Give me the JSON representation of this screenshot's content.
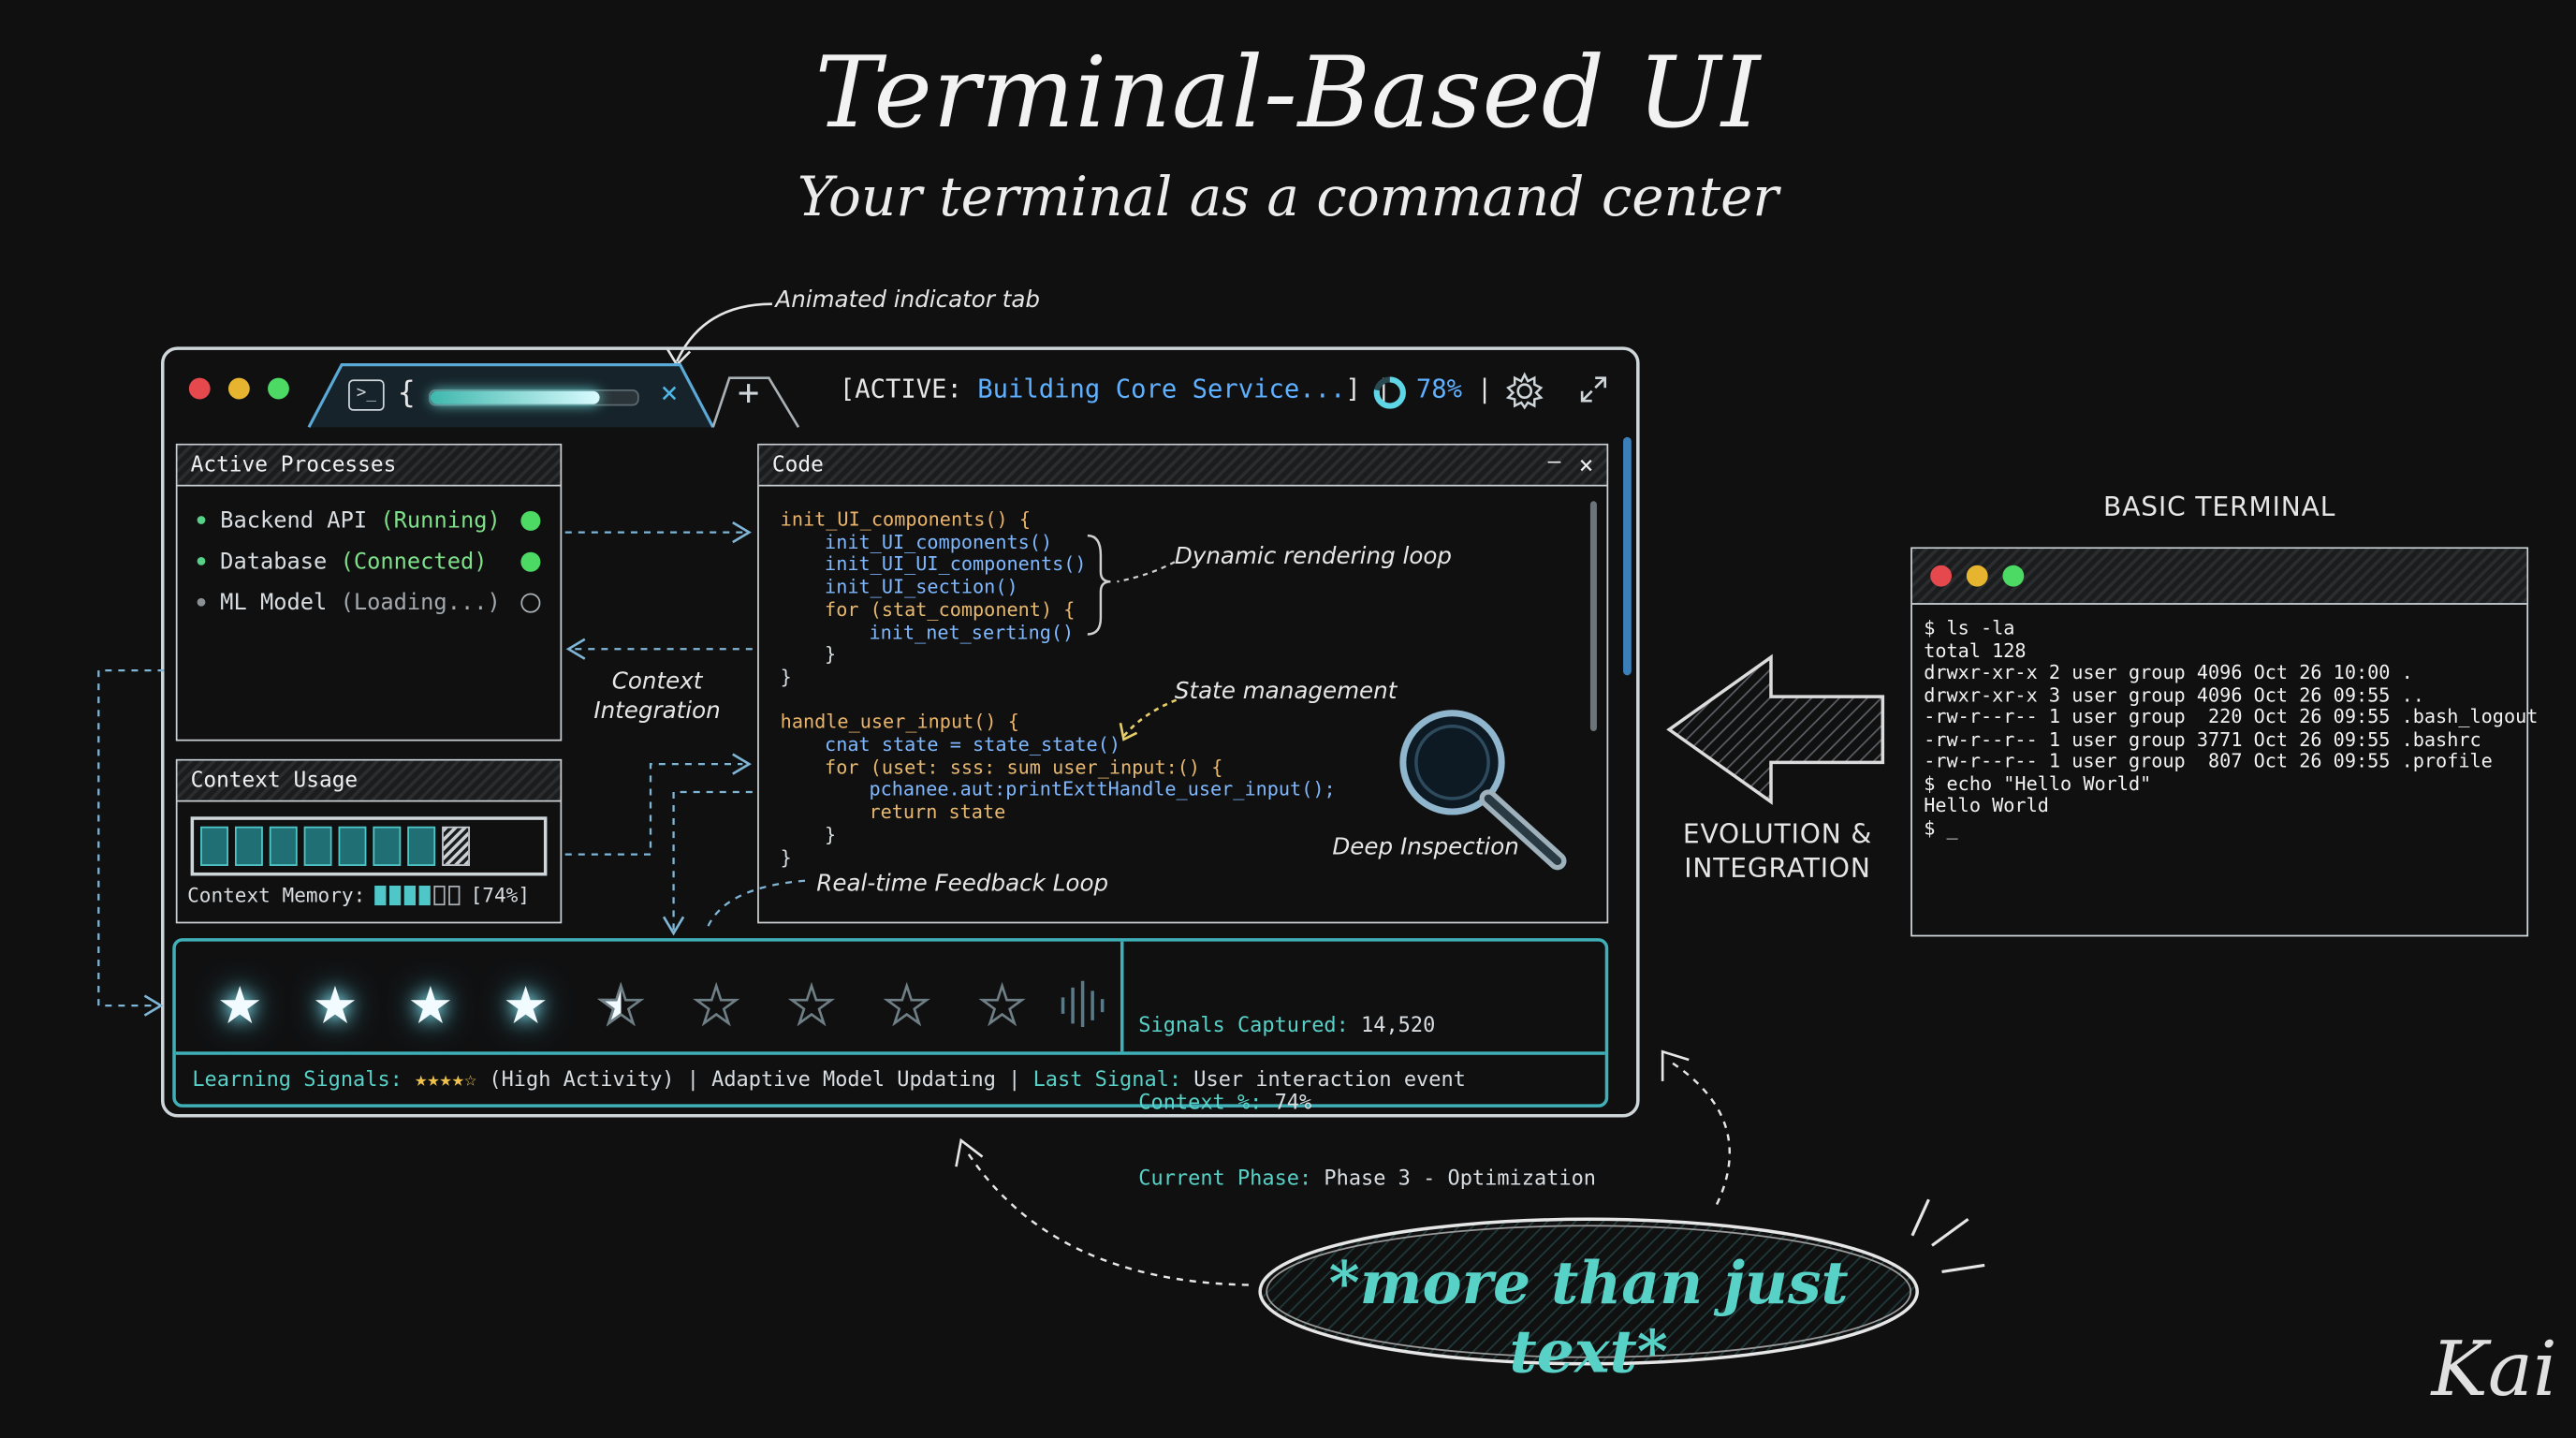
{
  "title": "Terminal-Based UI",
  "subtitle": "Your terminal as a command center",
  "annotations": {
    "indicator_tab": "Animated indicator tab",
    "context_integration_1": "Context",
    "context_integration_2": "Integration",
    "dynamic_rendering": "Dynamic rendering loop",
    "state_management": "State management",
    "deep_inspection": "Deep Inspection",
    "feedback_loop": "Real-time Feedback Loop",
    "evolution_1": "EVOLUTION &",
    "evolution_2": "INTEGRATION",
    "basic_terminal": "BASIC TERMINAL",
    "tagline": "*more than just text*",
    "signature": "Kai"
  },
  "window": {
    "tab_brace": "{",
    "tab_progress": 0.82,
    "tab_close": "×",
    "new_tab": "+",
    "status_prefix": "[ACTIVE:",
    "status_text": "Building Core Service...",
    "status_suffix": "]",
    "separator": "|",
    "percent": "78%",
    "percent_value": 0.78
  },
  "processes": {
    "header": "Active Processes",
    "items": [
      {
        "name": "Backend API",
        "state": "(Running)",
        "status": "on"
      },
      {
        "name": "Database",
        "state": "(Connected)",
        "status": "on"
      },
      {
        "name": "ML Model",
        "state": "(Loading...)",
        "status": "off"
      }
    ]
  },
  "context": {
    "header": "Context Usage",
    "blocks_filled": 7,
    "blocks_total": 9,
    "memory_label": "Context Memory:",
    "memory_value": "[74%]",
    "memory_fraction": 0.74
  },
  "code": {
    "header": "Code",
    "minimize": "—",
    "close": "×",
    "lines": [
      {
        "indent": 0,
        "text": "init_UI_components() {",
        "cls": "fn"
      },
      {
        "indent": 1,
        "text": "init_UI_components()",
        "cls": "call"
      },
      {
        "indent": 1,
        "text": "init_UI_UI_components()",
        "cls": "call"
      },
      {
        "indent": 1,
        "text": "init_UI_section()",
        "cls": "call"
      },
      {
        "indent": 1,
        "text": "for (stat_component) {",
        "cls": "kw"
      },
      {
        "indent": 2,
        "text": "init_net_serting()",
        "cls": "call"
      },
      {
        "indent": 1,
        "text": "}",
        "cls": "plain"
      },
      {
        "indent": 0,
        "text": "}",
        "cls": "plain"
      },
      {
        "indent": 0,
        "text": "",
        "cls": "plain"
      },
      {
        "indent": 0,
        "text": "handle_user_input() {",
        "cls": "fn"
      },
      {
        "indent": 1,
        "text": "cnat state = state_state()",
        "cls": "call"
      },
      {
        "indent": 1,
        "text": "for (uset: sss: sum user_input:() {",
        "cls": "kw"
      },
      {
        "indent": 2,
        "text": "pchanee.aut:printExttHandle_user_input();",
        "cls": "call"
      },
      {
        "indent": 2,
        "text": "return state",
        "cls": "kw"
      },
      {
        "indent": 1,
        "text": "}",
        "cls": "plain"
      },
      {
        "indent": 0,
        "text": "}",
        "cls": "plain"
      }
    ]
  },
  "rating": {
    "stars_total": 9,
    "stars_value": 4.5,
    "signals_label": "Signals Captured:",
    "signals_value": "14,520",
    "context_label": "Context %:",
    "context_value": "74%",
    "phase_label": "Current Phase:",
    "phase_value": "Phase 3 - Optimization"
  },
  "footer": {
    "learning_label": "Learning Signals:",
    "learning_stars": "★★★★☆",
    "learning_text": "(High Activity) | Adaptive Model Updating |",
    "last_label": "Last Signal:",
    "last_value": "User interaction event"
  },
  "terminal": {
    "lines": [
      "$ ls -la",
      "total 128",
      "drwxr-xr-x 2 user group 4096 Oct 26 10:00 .",
      "drwxr-xr-x 3 user group 4096 Oct 26 09:55 ..",
      "-rw-r--r-- 1 user group  220 Oct 26 09:55 .bash_logout",
      "-rw-r--r-- 1 user group 3771 Oct 26 09:55 .bashrc",
      "-rw-r--r-- 1 user group  807 Oct 26 09:55 .profile",
      "$ echo \"Hello World\"",
      "Hello World",
      "$ _"
    ]
  },
  "colors": {
    "accent": "#58d1c7",
    "green": "#4cd964",
    "red": "#e5484d",
    "yellow": "#e6b42e",
    "bg": "#101011"
  }
}
